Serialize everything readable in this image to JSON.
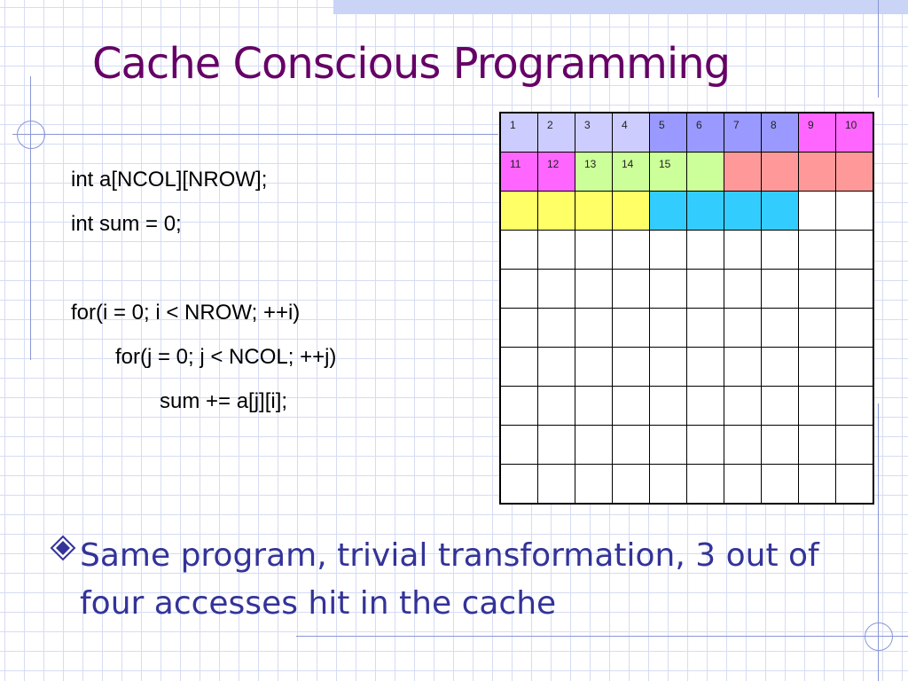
{
  "slide": {
    "title": "Cache Conscious Programming"
  },
  "code": {
    "lines": [
      "int a[NCOL][NROW];",
      "int sum = 0;",
      "",
      "for(i = 0; i < NROW; ++i)",
      "for(j = 0; j < NCOL; ++j)",
      "sum += a[j][i];"
    ]
  },
  "bullet": {
    "text": "Same program, trivial transformation, 3 out of four accesses hit in the cache"
  },
  "grid": {
    "rows": [
      [
        {
          "label": "1",
          "color": "#ccccff"
        },
        {
          "label": "2",
          "color": "#ccccff"
        },
        {
          "label": "3",
          "color": "#ccccff"
        },
        {
          "label": "4",
          "color": "#ccccff"
        },
        {
          "label": "5",
          "color": "#9999ff"
        },
        {
          "label": "6",
          "color": "#9999ff"
        },
        {
          "label": "7",
          "color": "#9999ff"
        },
        {
          "label": "8",
          "color": "#9999ff"
        },
        {
          "label": "9",
          "color": "#ff66ff"
        },
        {
          "label": "10",
          "color": "#ff66ff"
        }
      ],
      [
        {
          "label": "11",
          "color": "#ff66ff"
        },
        {
          "label": "12",
          "color": "#ff66ff"
        },
        {
          "label": "13",
          "color": "#ccff99"
        },
        {
          "label": "14",
          "color": "#ccff99"
        },
        {
          "label": "15",
          "color": "#ccff99"
        },
        {
          "label": "",
          "color": "#ccff99"
        },
        {
          "label": "",
          "color": "#ff9999"
        },
        {
          "label": "",
          "color": "#ff9999"
        },
        {
          "label": "",
          "color": "#ff9999"
        },
        {
          "label": "",
          "color": "#ff9999"
        }
      ],
      [
        {
          "label": "",
          "color": "#ffff66"
        },
        {
          "label": "",
          "color": "#ffff66"
        },
        {
          "label": "",
          "color": "#ffff66"
        },
        {
          "label": "",
          "color": "#ffff66"
        },
        {
          "label": "",
          "color": "#33ccff"
        },
        {
          "label": "",
          "color": "#33ccff"
        },
        {
          "label": "",
          "color": "#33ccff"
        },
        {
          "label": "",
          "color": "#33ccff"
        },
        {
          "label": "",
          "color": "#ffffff"
        },
        {
          "label": "",
          "color": "#ffffff"
        }
      ],
      [
        {
          "label": "",
          "color": "#ffffff"
        },
        {
          "label": "",
          "color": "#ffffff"
        },
        {
          "label": "",
          "color": "#ffffff"
        },
        {
          "label": "",
          "color": "#ffffff"
        },
        {
          "label": "",
          "color": "#ffffff"
        },
        {
          "label": "",
          "color": "#ffffff"
        },
        {
          "label": "",
          "color": "#ffffff"
        },
        {
          "label": "",
          "color": "#ffffff"
        },
        {
          "label": "",
          "color": "#ffffff"
        },
        {
          "label": "",
          "color": "#ffffff"
        }
      ],
      [
        {
          "label": "",
          "color": "#ffffff"
        },
        {
          "label": "",
          "color": "#ffffff"
        },
        {
          "label": "",
          "color": "#ffffff"
        },
        {
          "label": "",
          "color": "#ffffff"
        },
        {
          "label": "",
          "color": "#ffffff"
        },
        {
          "label": "",
          "color": "#ffffff"
        },
        {
          "label": "",
          "color": "#ffffff"
        },
        {
          "label": "",
          "color": "#ffffff"
        },
        {
          "label": "",
          "color": "#ffffff"
        },
        {
          "label": "",
          "color": "#ffffff"
        }
      ],
      [
        {
          "label": "",
          "color": "#ffffff"
        },
        {
          "label": "",
          "color": "#ffffff"
        },
        {
          "label": "",
          "color": "#ffffff"
        },
        {
          "label": "",
          "color": "#ffffff"
        },
        {
          "label": "",
          "color": "#ffffff"
        },
        {
          "label": "",
          "color": "#ffffff"
        },
        {
          "label": "",
          "color": "#ffffff"
        },
        {
          "label": "",
          "color": "#ffffff"
        },
        {
          "label": "",
          "color": "#ffffff"
        },
        {
          "label": "",
          "color": "#ffffff"
        }
      ],
      [
        {
          "label": "",
          "color": "#ffffff"
        },
        {
          "label": "",
          "color": "#ffffff"
        },
        {
          "label": "",
          "color": "#ffffff"
        },
        {
          "label": "",
          "color": "#ffffff"
        },
        {
          "label": "",
          "color": "#ffffff"
        },
        {
          "label": "",
          "color": "#ffffff"
        },
        {
          "label": "",
          "color": "#ffffff"
        },
        {
          "label": "",
          "color": "#ffffff"
        },
        {
          "label": "",
          "color": "#ffffff"
        },
        {
          "label": "",
          "color": "#ffffff"
        }
      ],
      [
        {
          "label": "",
          "color": "#ffffff"
        },
        {
          "label": "",
          "color": "#ffffff"
        },
        {
          "label": "",
          "color": "#ffffff"
        },
        {
          "label": "",
          "color": "#ffffff"
        },
        {
          "label": "",
          "color": "#ffffff"
        },
        {
          "label": "",
          "color": "#ffffff"
        },
        {
          "label": "",
          "color": "#ffffff"
        },
        {
          "label": "",
          "color": "#ffffff"
        },
        {
          "label": "",
          "color": "#ffffff"
        },
        {
          "label": "",
          "color": "#ffffff"
        }
      ],
      [
        {
          "label": "",
          "color": "#ffffff"
        },
        {
          "label": "",
          "color": "#ffffff"
        },
        {
          "label": "",
          "color": "#ffffff"
        },
        {
          "label": "",
          "color": "#ffffff"
        },
        {
          "label": "",
          "color": "#ffffff"
        },
        {
          "label": "",
          "color": "#ffffff"
        },
        {
          "label": "",
          "color": "#ffffff"
        },
        {
          "label": "",
          "color": "#ffffff"
        },
        {
          "label": "",
          "color": "#ffffff"
        },
        {
          "label": "",
          "color": "#ffffff"
        }
      ],
      [
        {
          "label": "",
          "color": "#ffffff"
        },
        {
          "label": "",
          "color": "#ffffff"
        },
        {
          "label": "",
          "color": "#ffffff"
        },
        {
          "label": "",
          "color": "#ffffff"
        },
        {
          "label": "",
          "color": "#ffffff"
        },
        {
          "label": "",
          "color": "#ffffff"
        },
        {
          "label": "",
          "color": "#ffffff"
        },
        {
          "label": "",
          "color": "#ffffff"
        },
        {
          "label": "",
          "color": "#ffffff"
        },
        {
          "label": "",
          "color": "#ffffff"
        }
      ]
    ]
  },
  "theme": {
    "title_color": "#660066",
    "bullet_color": "#333399",
    "grid_line_color": "#d6dcf2",
    "accent_band_color": "#c9d4f7"
  }
}
